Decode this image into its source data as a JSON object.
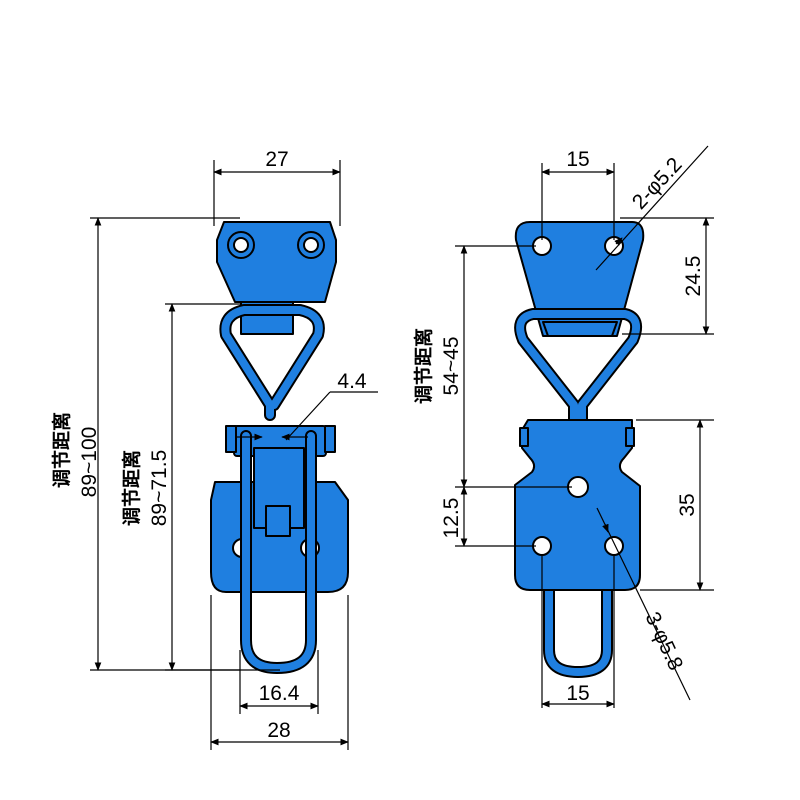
{
  "colors": {
    "part": "#1f7fe0",
    "line": "#000000",
    "background": "#ffffff"
  },
  "left_view": {
    "dim_top_width": "27",
    "dim_total_height": "89~100",
    "dim_total_height_label": "调节距离",
    "dim_inner_height": "89~71.5",
    "dim_inner_height_label": "调节距离",
    "dim_wire": "4.4",
    "dim_loop_width": "16.4",
    "dim_bottom_width": "28"
  },
  "right_view": {
    "dim_hole_spacing_top": "15",
    "dim_top_holes": "2-φ5.2",
    "dim_top_height": "24.5",
    "dim_adjust": "54~45",
    "dim_adjust_label": "调节距离",
    "dim_center_hole": "12.5",
    "dim_base_height": "35",
    "dim_bottom_holes": "3-φ5.8",
    "dim_hole_spacing_bottom": "15"
  }
}
